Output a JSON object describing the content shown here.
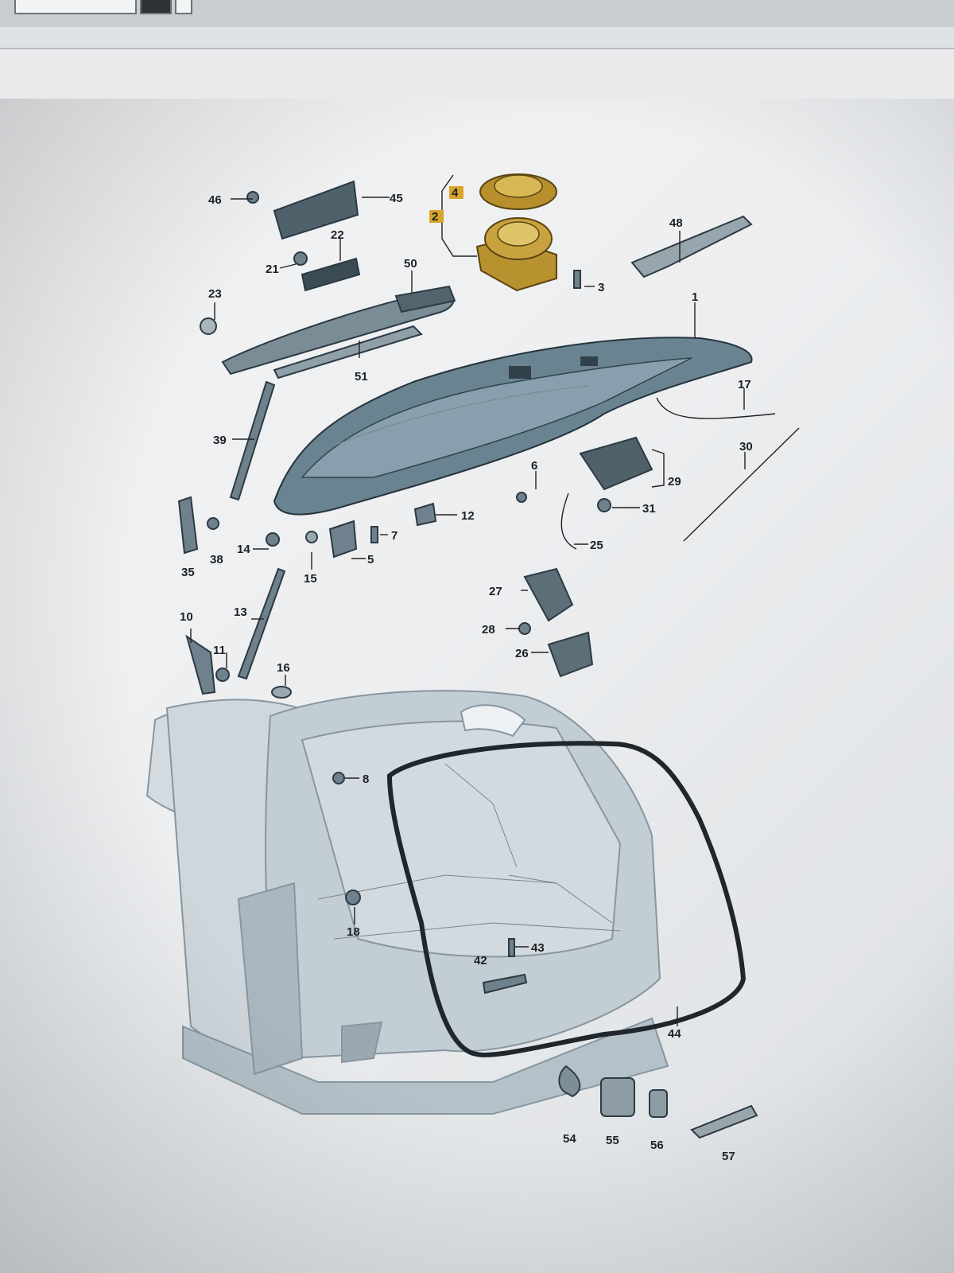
{
  "window": {
    "visible_title_fragment": ""
  },
  "diagram": {
    "callouts": {
      "c1": "1",
      "c2": "2",
      "c3": "3",
      "c4": "4",
      "c5": "5",
      "c6": "6",
      "c7": "7",
      "c8": "8",
      "c10": "10",
      "c11": "11",
      "c12": "12",
      "c13": "13",
      "c14": "14",
      "c15": "15",
      "c16": "16",
      "c17": "17",
      "c18": "18",
      "c21": "21",
      "c22": "22",
      "c23": "23",
      "c25": "25",
      "c26": "26",
      "c27": "27",
      "c28": "28",
      "c29": "29",
      "c30": "30",
      "c31": "31",
      "c35": "35",
      "c38": "38",
      "c39": "39",
      "c42": "42",
      "c43": "43",
      "c44": "44",
      "c45": "45",
      "c46": "46",
      "c48": "48",
      "c50": "50",
      "c51": "51",
      "c54": "54",
      "c55": "55",
      "c56": "56",
      "c57": "57"
    },
    "highlight_color": "#c9a23a",
    "part_color": "#5d7380",
    "body_color": "#b8c3cb"
  }
}
